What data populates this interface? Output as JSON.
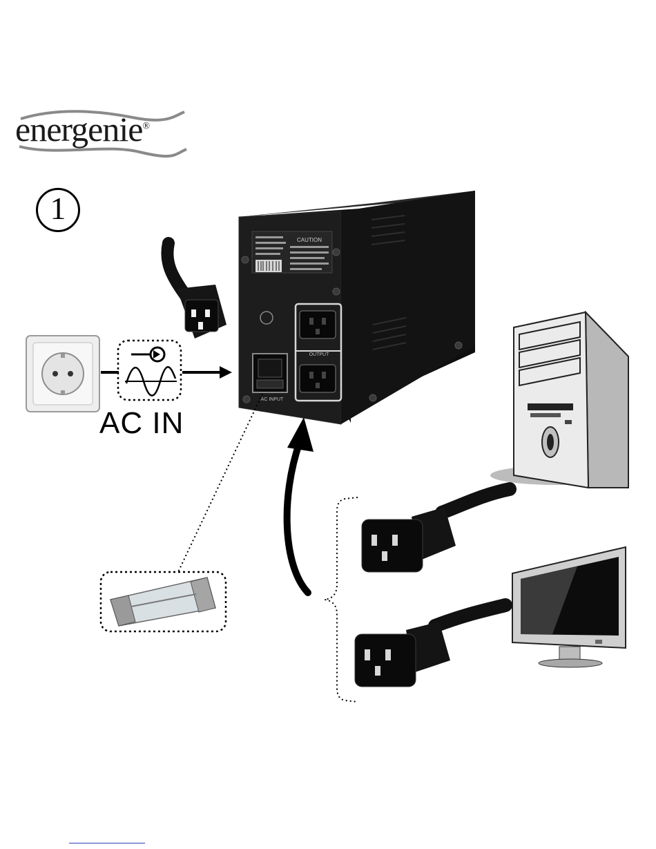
{
  "logo": {
    "brand": "energenie",
    "trademark": "®"
  },
  "step": {
    "number": "1"
  },
  "ac_label": "AC IN",
  "ups": {
    "caution_title": "CAUTION",
    "output_label": "OUTPUT",
    "input_label": "AC INPUT"
  },
  "colors": {
    "ink": "#000000",
    "ups_body": "#1c1c1c",
    "ups_side": "#0e0e0e",
    "computer": "#d9d9d9",
    "socket": "#e6e6e6"
  }
}
